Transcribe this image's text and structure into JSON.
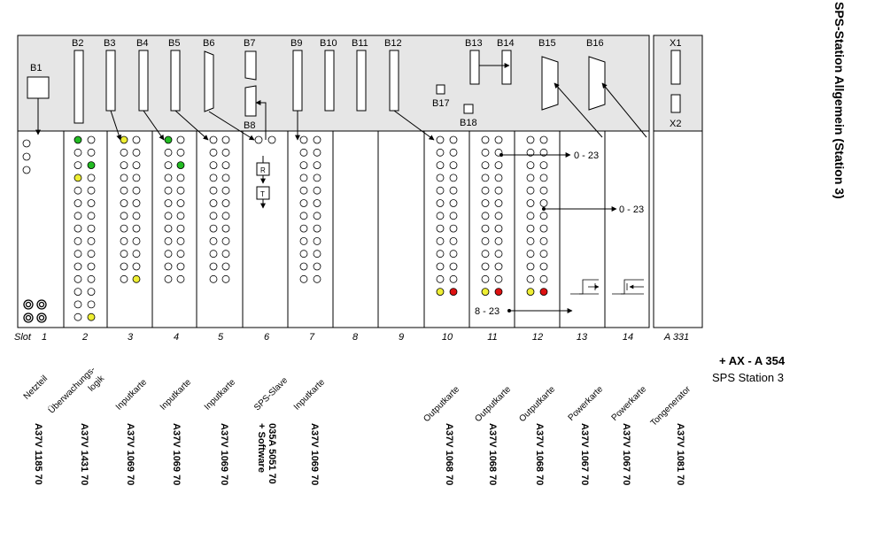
{
  "title": "SPS-Station Allgemein (Station 3)",
  "slot_label": "Slot",
  "slots": [
    "1",
    "2",
    "3",
    "4",
    "5",
    "6",
    "7",
    "8",
    "9",
    "10",
    "11",
    "12",
    "13",
    "14",
    "A 331"
  ],
  "module_names": [
    "Netzteil",
    "Überwachungs-",
    "logik",
    "Inputkarte",
    "Inputkarte",
    "Inputkarte",
    "SPS-Slave",
    "Inputkarte",
    "Outputkarte",
    "Outputkarte",
    "Outputkarte",
    "Powerkarte",
    "Powerkarte",
    "Tongenerator"
  ],
  "part_numbers": [
    "A37V 1185 70",
    "A37V 1431 70",
    "A37V 1069 70",
    "A37V 1069 70",
    "A37V 1069 70",
    "035A 5051 70",
    "+ Software",
    "A37V 1069 70",
    "A37V 1068 70",
    "A37V 1068 70",
    "A37V 1068 70",
    "A37V 1067 70",
    "A37V 1067 70",
    "A37V 1081 70"
  ],
  "connectors": [
    "B1",
    "B2",
    "B3",
    "B4",
    "B5",
    "B6",
    "B7",
    "B8",
    "B9",
    "B10",
    "B11",
    "B12",
    "B13",
    "B14",
    "B15",
    "B16",
    "B17",
    "B18",
    "X1",
    "X2"
  ],
  "box_labels": {
    "r": "R",
    "t": "T"
  },
  "ranges": [
    "0 - 23",
    "0 - 23",
    "8 - 23"
  ],
  "station_code": "+ AX - A 354",
  "station_name": "SPS Station 3",
  "colors": {
    "green": "#22bb22",
    "yellow": "#eeee33",
    "red": "#dd1111",
    "panel": "#e6e6e6",
    "line": "#000000"
  }
}
